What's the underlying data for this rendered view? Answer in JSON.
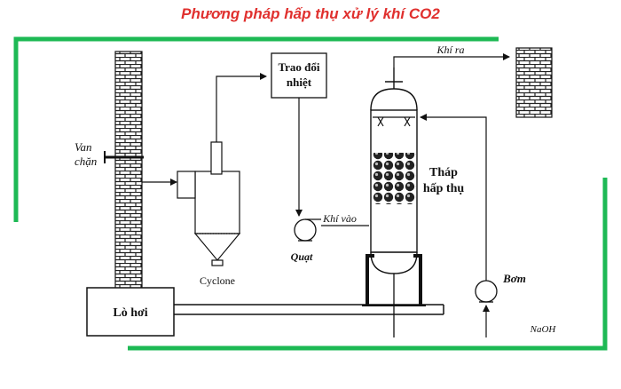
{
  "title": "Phương pháp hấp thụ xử lý khí CO2",
  "frame_color": "#1db954",
  "title_color": "#e0302e",
  "labels": {
    "van_chan_1": "Van",
    "van_chan_2": "chặn",
    "lo_hoi": "Lò hơi",
    "cyclone": "Cyclone",
    "trao_doi_1": "Trao đổi",
    "trao_doi_2": "nhiệt",
    "khi_vao": "Khí vào",
    "quat": "Quạt",
    "thap_1": "Tháp",
    "thap_2": "hấp thụ",
    "khi_ra": "Khí ra",
    "bom": "Bơm",
    "naoh": "NaOH"
  }
}
